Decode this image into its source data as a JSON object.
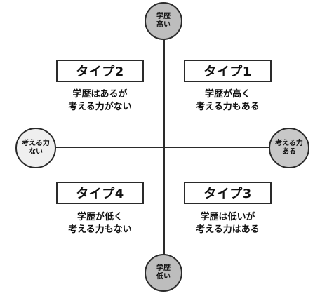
{
  "axes": {
    "top_label": "学歴\n高い",
    "bottom_label": "学歴\n低い",
    "left_label": "考える力\nない",
    "right_label": "考える力\nある"
  },
  "quadrants": {
    "top_left": {
      "title": "タイプ2",
      "description": "学歴はあるが\n考える力がない"
    },
    "top_right": {
      "title": "タイプ1",
      "description": "学歴が高く\n考える力もある"
    },
    "bottom_left": {
      "title": "タイプ4",
      "description": "学歴が低く\n考える力もない"
    },
    "bottom_right": {
      "title": "タイプ3",
      "description": "学歴は低いが\n考える力はある"
    }
  }
}
